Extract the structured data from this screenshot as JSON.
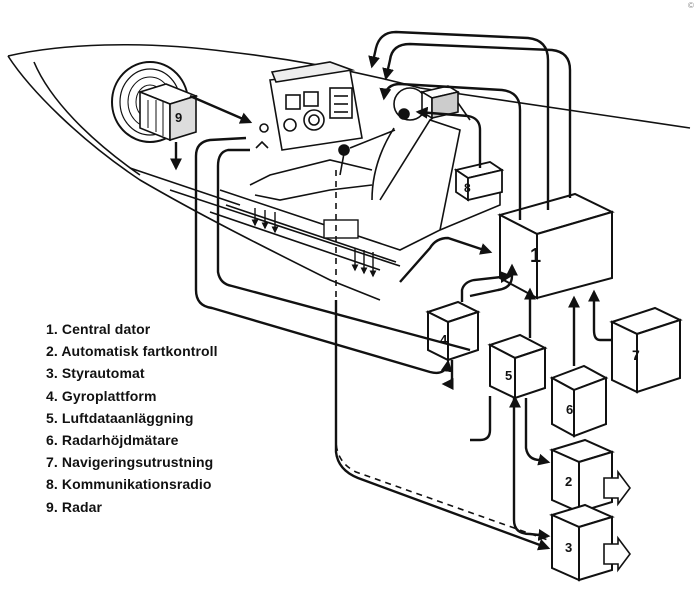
{
  "legend": {
    "items": [
      {
        "label": "1. Central dator"
      },
      {
        "label": "2. Automatisk fartkontroll"
      },
      {
        "label": "3. Styrautomat"
      },
      {
        "label": "4. Gyroplattform"
      },
      {
        "label": "5. Luftdataanläggning"
      },
      {
        "label": "6. Radarhöjdmätare"
      },
      {
        "label": "7. Navigeringsutrustning"
      },
      {
        "label": "8. Kommunikationsradio"
      },
      {
        "label": "9. Radar"
      }
    ]
  },
  "boxes": {
    "b1": "1",
    "b2": "2",
    "b3": "3",
    "b4": "4",
    "b5": "5",
    "b6": "6",
    "b7": "7",
    "b8": "8",
    "b9": "9"
  },
  "colors": {
    "ink": "#111111",
    "paper": "#ffffff",
    "shade": "#555555"
  }
}
